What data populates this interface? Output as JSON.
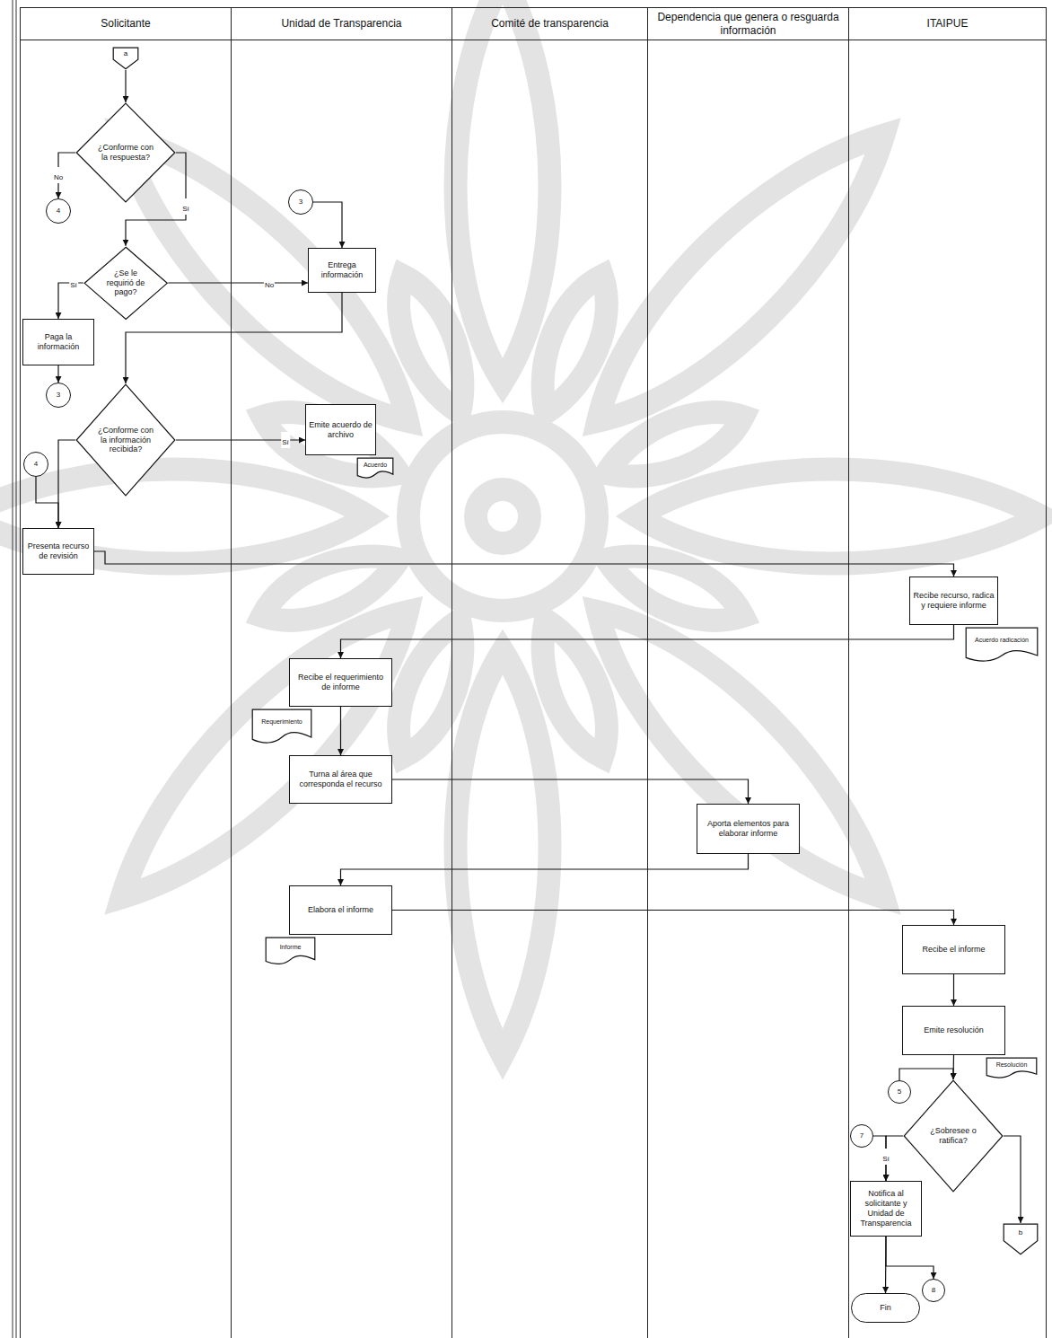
{
  "diagram": {
    "nodes": [
      {
        "text": [
          "Solicitante"
        ]
      },
      {
        "text": [
          "Unidad de Transparencia"
        ]
      },
      {
        "text": [
          "Comité de transparencia"
        ]
      },
      {
        "text": [
          "Dependencia que genera o resguarda información"
        ]
      },
      {
        "text": [
          "ITAIPUE"
        ]
      },
      {
        "text": [
          "a"
        ],
        "in": 0
      },
      {
        "text": [
          "¿Conforme con la respuesta?"
        ],
        "in": 0
      },
      {
        "text": [
          "4"
        ],
        "in": 0
      },
      {
        "text": [
          "3"
        ],
        "in": 1
      },
      {
        "text": [
          "Entrega información"
        ],
        "in": 1
      },
      {
        "text": [
          "¿Se le requirió de pago?"
        ],
        "in": 0
      },
      {
        "text": [
          "Paga la información"
        ],
        "in": 0
      },
      {
        "text": [
          "3"
        ],
        "in": 0
      },
      {
        "text": [
          "¿Conforme con la información recibida?"
        ],
        "in": 0
      },
      {
        "text": [
          "4"
        ],
        "in": 0
      },
      {
        "text": [
          "Emite acuerdo de archivo"
        ],
        "in": 1
      },
      {
        "text": [
          "Acuerdo"
        ],
        "in": 1
      },
      {
        "text": [
          "Presenta recurso de revisión"
        ],
        "in": 0
      },
      {
        "text": [
          "Recibe recurso, radica y requiere informe"
        ],
        "in": 4
      },
      {
        "text": [
          "Acuerdo radicación"
        ],
        "in": 4
      },
      {
        "text": [
          "Recibe el requerimiento de informe"
        ],
        "in": 1
      },
      {
        "text": [
          "Requerimiento"
        ],
        "in": 1
      },
      {
        "text": [
          "Turna al área que corresponda el recurso"
        ],
        "in": 1
      },
      {
        "text": [
          "Aporta elementos para elaborar informe"
        ],
        "in": 3
      },
      {
        "text": [
          "Elabora el informe"
        ],
        "in": 1
      },
      {
        "text": [
          "Informe"
        ],
        "in": 1
      },
      {
        "text": [
          "Recibe el informe"
        ],
        "in": 4
      },
      {
        "text": [
          "Emite resolución"
        ],
        "in": 4
      },
      {
        "text": [
          "Resolución"
        ],
        "in": 4
      },
      {
        "text": [
          "5"
        ],
        "in": 4
      },
      {
        "text": [
          "¿Sobresee o ratifica?"
        ],
        "in": 4
      },
      {
        "text": [
          "7"
        ],
        "in": 4
      },
      {
        "text": [
          "Notifica al solicitante y Unidad de Transparencia"
        ],
        "in": 4
      },
      {
        "text": [
          "b"
        ],
        "in": 4
      },
      {
        "text": [
          "8"
        ],
        "in": 4
      },
      {
        "text": [
          "Fin"
        ],
        "in": 4
      }
    ],
    "edges": [
      {
        "from": 5,
        "to": 6,
        "arrow": "to"
      },
      {
        "from": 6,
        "to": 7,
        "label": "No",
        "arrow": "to"
      },
      {
        "from": 6,
        "to": 10,
        "label": "Sí",
        "arrow": "to"
      },
      {
        "from": 10,
        "to": 11,
        "label": "Sí",
        "arrow": "to"
      },
      {
        "from": 10,
        "to": 9,
        "label": "No",
        "arrow": "to"
      },
      {
        "from": 11,
        "to": 12,
        "arrow": "to"
      },
      {
        "from": 8,
        "to": 9,
        "arrow": "to"
      },
      {
        "from": 9,
        "to": 13,
        "arrow": "to"
      },
      {
        "from": 13,
        "to": 15,
        "label": "Sí",
        "arrow": "to"
      },
      {
        "from": 13,
        "to": 17,
        "arrow": "to"
      },
      {
        "from": 14,
        "to": 17,
        "arrow": "to"
      },
      {
        "from": 17,
        "to": 18,
        "arrow": "to"
      },
      {
        "from": 18,
        "to": 20,
        "arrow": "to"
      },
      {
        "from": 20,
        "to": 22,
        "arrow": "to"
      },
      {
        "from": 22,
        "to": 23,
        "arrow": "to"
      },
      {
        "from": 23,
        "to": 24,
        "arrow": "to"
      },
      {
        "from": 24,
        "to": 26,
        "arrow": "to"
      },
      {
        "from": 26,
        "to": 27,
        "arrow": "to"
      },
      {
        "from": 27,
        "to": 30,
        "arrow": "to"
      },
      {
        "from": 29,
        "to": 30,
        "arrow": "to"
      },
      {
        "from": 30,
        "to": 32,
        "label": "Sí",
        "arrow": "to"
      },
      {
        "from": 31,
        "to": 32,
        "arrow": "to"
      },
      {
        "from": 30,
        "to": 33,
        "arrow": "to"
      },
      {
        "from": 32,
        "to": 35,
        "arrow": "to"
      },
      {
        "from": 32,
        "to": 34,
        "arrow": "to"
      }
    ]
  }
}
